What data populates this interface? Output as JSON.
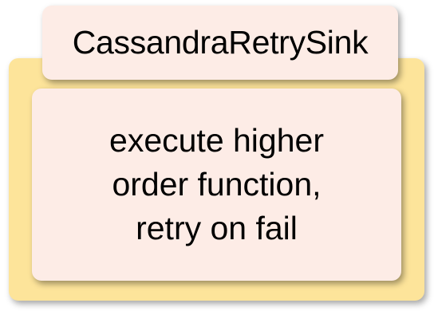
{
  "component": {
    "title": "CassandraRetrySink",
    "description_lines": [
      "execute higher",
      "order function,",
      "retry on fail"
    ]
  },
  "colors": {
    "outer_fill": "#fde49a",
    "box_fill": "#fdece6",
    "text": "#000000"
  }
}
